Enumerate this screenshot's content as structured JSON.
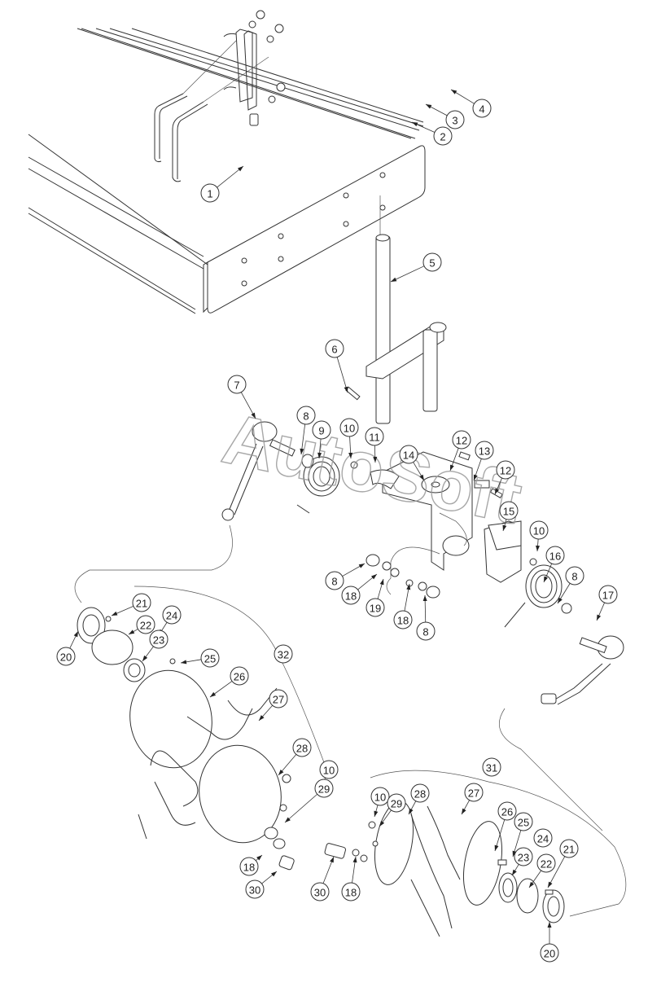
{
  "diagram": {
    "type": "exploded-parts-view",
    "watermark": "AutoSoft",
    "callouts": [
      {
        "id": "c1",
        "label": "1"
      },
      {
        "id": "c2",
        "label": "2"
      },
      {
        "id": "c3",
        "label": "3"
      },
      {
        "id": "c4",
        "label": "4"
      },
      {
        "id": "c5",
        "label": "5"
      },
      {
        "id": "c6",
        "label": "6"
      },
      {
        "id": "c7",
        "label": "7"
      },
      {
        "id": "c8a",
        "label": "8"
      },
      {
        "id": "c9",
        "label": "9"
      },
      {
        "id": "c10a",
        "label": "10"
      },
      {
        "id": "c11",
        "label": "11"
      },
      {
        "id": "c12a",
        "label": "12"
      },
      {
        "id": "c13",
        "label": "13"
      },
      {
        "id": "c12b",
        "label": "12"
      },
      {
        "id": "c14",
        "label": "14"
      },
      {
        "id": "c15",
        "label": "15"
      },
      {
        "id": "c10b",
        "label": "10"
      },
      {
        "id": "c16",
        "label": "16"
      },
      {
        "id": "c8b",
        "label": "8"
      },
      {
        "id": "c17",
        "label": "17"
      },
      {
        "id": "c8c",
        "label": "8"
      },
      {
        "id": "c18a",
        "label": "18"
      },
      {
        "id": "c19",
        "label": "19"
      },
      {
        "id": "c18b",
        "label": "18"
      },
      {
        "id": "c8d",
        "label": "8"
      },
      {
        "id": "c21a",
        "label": "21"
      },
      {
        "id": "c24a",
        "label": "24"
      },
      {
        "id": "c22a",
        "label": "22"
      },
      {
        "id": "c23a",
        "label": "23"
      },
      {
        "id": "c20a",
        "label": "20"
      },
      {
        "id": "c25a",
        "label": "25"
      },
      {
        "id": "c32",
        "label": "32"
      },
      {
        "id": "c26a",
        "label": "26"
      },
      {
        "id": "c27a",
        "label": "27"
      },
      {
        "id": "c28a",
        "label": "28"
      },
      {
        "id": "c10c",
        "label": "10"
      },
      {
        "id": "c29a",
        "label": "29"
      },
      {
        "id": "c18c",
        "label": "18"
      },
      {
        "id": "c30a",
        "label": "30"
      },
      {
        "id": "c31",
        "label": "31"
      },
      {
        "id": "c10d",
        "label": "10"
      },
      {
        "id": "c29b",
        "label": "29"
      },
      {
        "id": "c28b",
        "label": "28"
      },
      {
        "id": "c27b",
        "label": "27"
      },
      {
        "id": "c26b",
        "label": "26"
      },
      {
        "id": "c25b",
        "label": "25"
      },
      {
        "id": "c24b",
        "label": "24"
      },
      {
        "id": "c21b",
        "label": "21"
      },
      {
        "id": "c23b",
        "label": "23"
      },
      {
        "id": "c22b",
        "label": "22"
      },
      {
        "id": "c30b",
        "label": "30"
      },
      {
        "id": "c18d",
        "label": "18"
      },
      {
        "id": "c20b",
        "label": "20"
      }
    ]
  }
}
